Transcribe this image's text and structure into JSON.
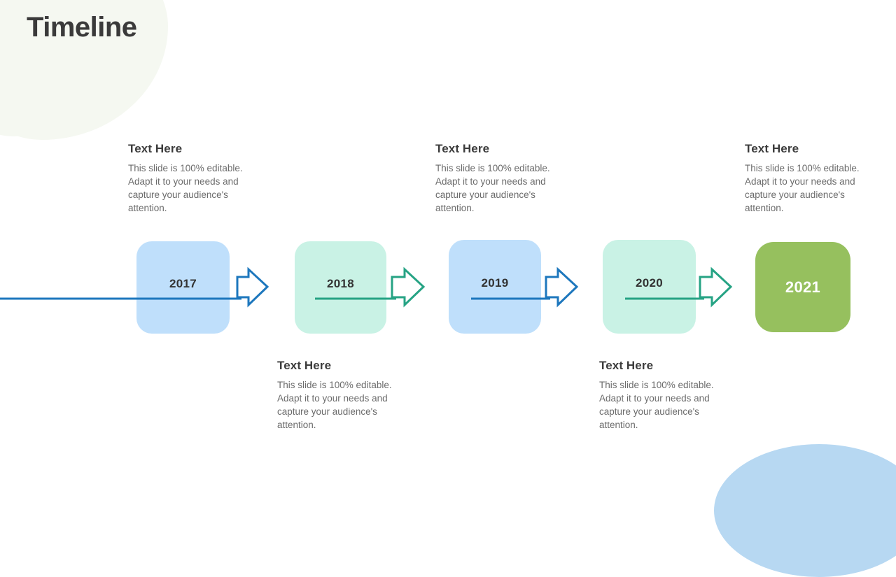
{
  "slide": {
    "title": "Timeline",
    "background_color": "#ffffff"
  },
  "decor": {
    "top_left_blob_color": "#f5f8f1",
    "bottom_right_blob_color": "#b7d8f2"
  },
  "palette": {
    "blue_box": "#bfdffb",
    "mint_box": "#c9f2e5",
    "olive_box": "#96c05e",
    "blue_arrow": "#1d77bd",
    "green_arrow": "#26a384",
    "heading_text": "#3c3c3c",
    "body_text": "#6b6b6b",
    "year_text": "#333333",
    "year_text_final": "#ffffff"
  },
  "milestones": [
    {
      "year": "2017",
      "box_color": "#bfdffb",
      "arrow_color": "#1d77bd",
      "arrow_type": "blue-outline-arrow"
    },
    {
      "year": "2018",
      "box_color": "#c9f2e5",
      "arrow_color": "#26a384",
      "arrow_type": "green-outline-arrow"
    },
    {
      "year": "2019",
      "box_color": "#bfdffb",
      "arrow_color": "#1d77bd",
      "arrow_type": "blue-outline-arrow"
    },
    {
      "year": "2020",
      "box_color": "#c9f2e5",
      "arrow_color": "#26a384",
      "arrow_type": "green-outline-arrow"
    },
    {
      "year": "2021",
      "box_color": "#96c05e",
      "arrow_color": "",
      "arrow_type": "none"
    }
  ],
  "text_blocks": {
    "top": [
      {
        "heading": "Text Here",
        "body": "This slide is 100% editable. Adapt it to your needs and capture your audience's attention."
      },
      {
        "heading": "Text Here",
        "body": "This slide is 100% editable. Adapt it to your needs and capture your audience's attention."
      },
      {
        "heading": "Text Here",
        "body": "This slide is 100% editable. Adapt it to your needs and capture your audience's attention."
      }
    ],
    "bottom": [
      {
        "heading": "Text Here",
        "body": "This slide is 100% editable. Adapt it to your needs and capture your audience's attention."
      },
      {
        "heading": "Text Here",
        "body": "This slide is 100% editable. Adapt it to your needs and capture your audience's attention."
      }
    ]
  }
}
